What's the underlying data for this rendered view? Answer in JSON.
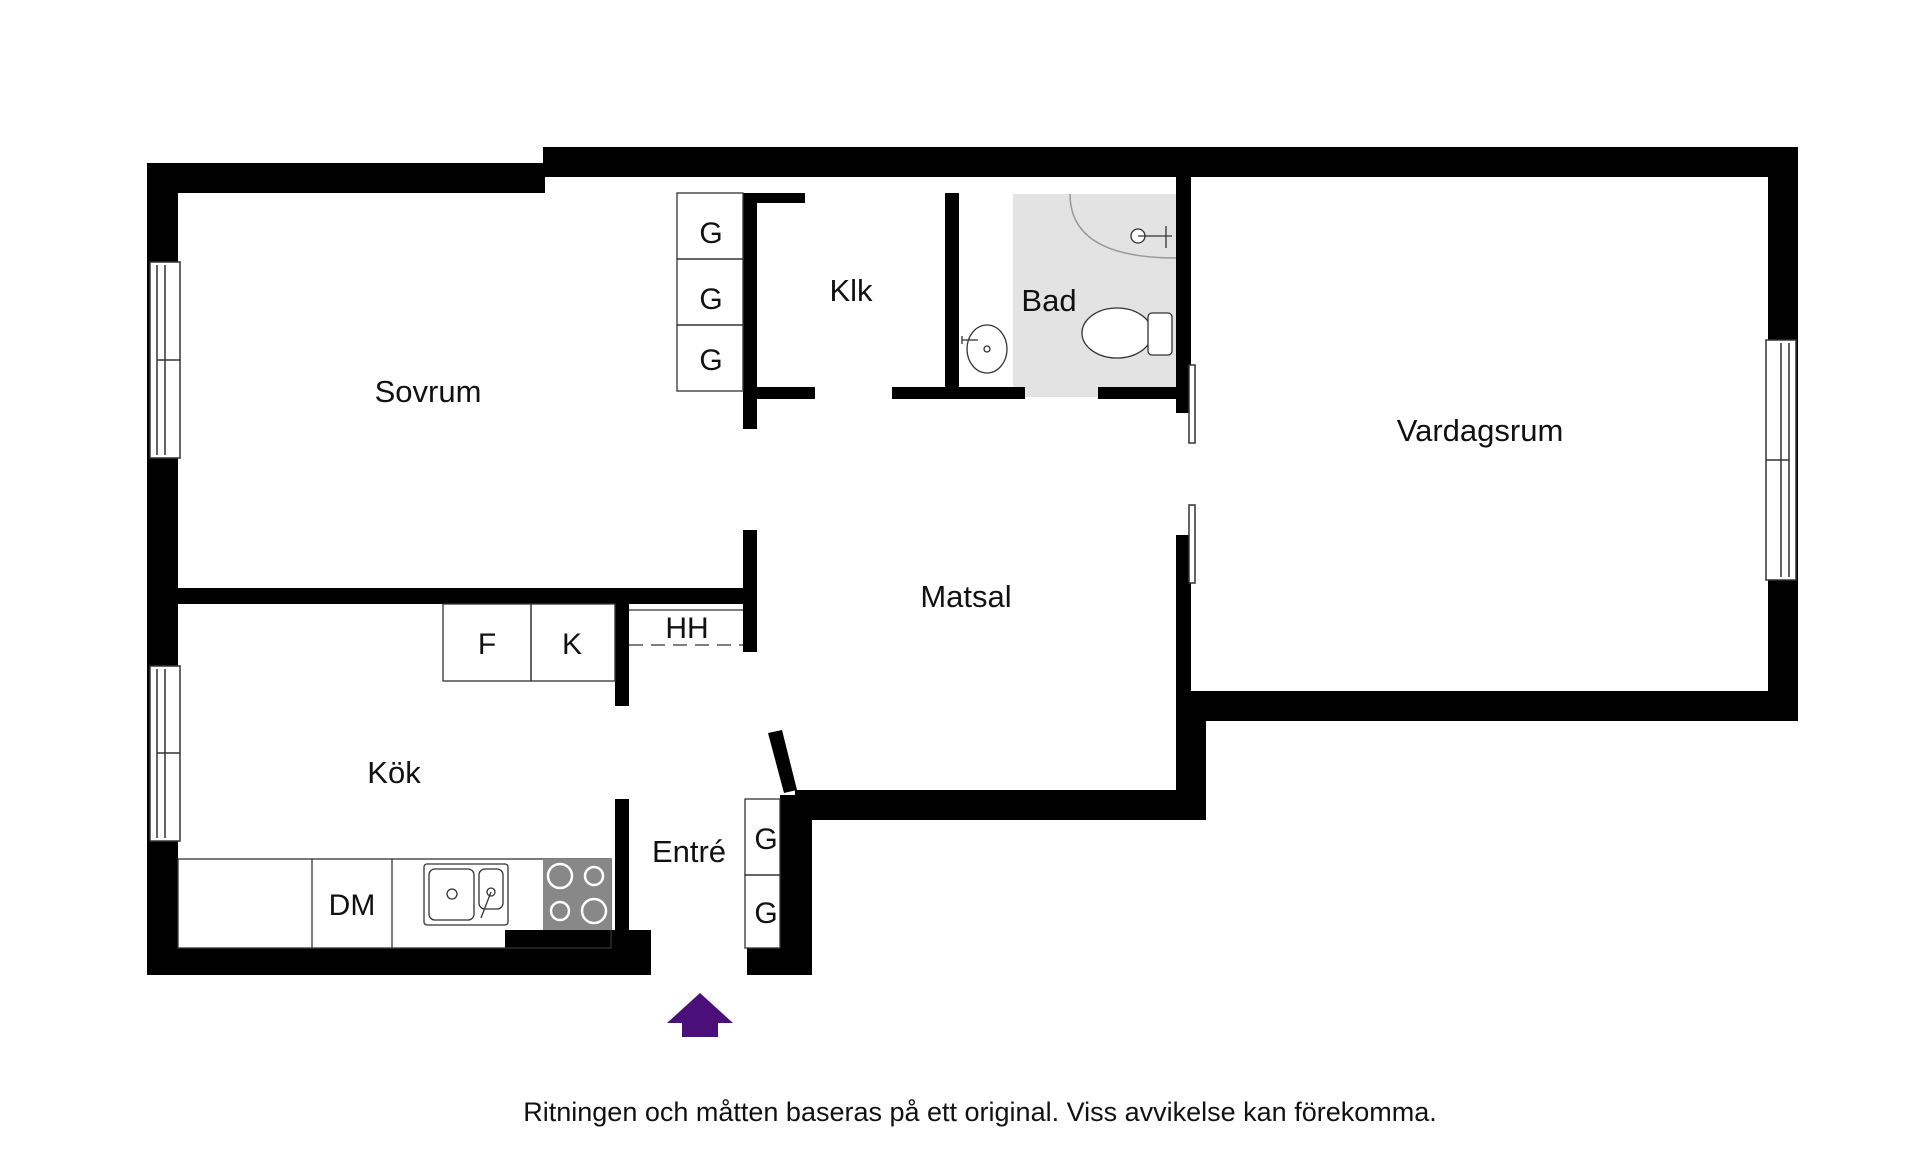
{
  "rooms": {
    "sovrum": "Sovrum",
    "klk": "Klk",
    "bad": "Bad",
    "vardagsrum": "Vardagsrum",
    "matsal": "Matsal",
    "kok": "Kök",
    "entre": "Entré"
  },
  "fixtures": {
    "garderob": "G",
    "frys": "F",
    "kyl": "K",
    "hatthylla": "HH",
    "diskmaskin": "DM"
  },
  "entrance_arrow_color": "#4b0f7a",
  "wall_color": "#000000",
  "wet_room_color": "#e3e3e3",
  "disclaimer": "Ritningen och måtten baseras på ett original. Viss avvikelse kan förekomma."
}
